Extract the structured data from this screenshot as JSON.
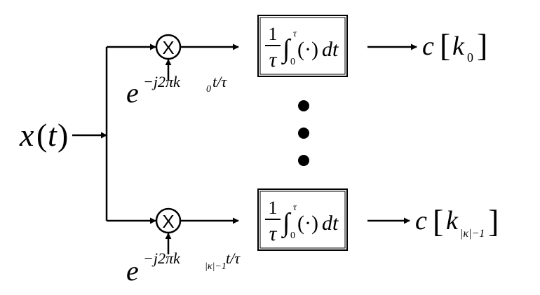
{
  "input": {
    "x": "x",
    "paren_open": "(",
    "t": "t",
    "paren_close": ")"
  },
  "multiplier_symbol": "X",
  "branches": [
    {
      "phasor": {
        "e": "e",
        "exp": "−j2πk",
        "sub": "0",
        "tail": "t/τ"
      },
      "integrator": {
        "num": "1",
        "den": "τ",
        "integral": "∫",
        "upper": "τ",
        "lower": "0",
        "body": "(·)",
        "d": "dt"
      },
      "output": {
        "c": "c",
        "lbr": "[",
        "k": "k",
        "sub": "0",
        "rbr": "]"
      }
    },
    {
      "phasor": {
        "e": "e",
        "exp": "−j2πk",
        "sub": "|κ|−1",
        "tail": "t/τ"
      },
      "integrator": {
        "num": "1",
        "den": "τ",
        "integral": "∫",
        "upper": "τ",
        "lower": "0",
        "body": "(·)",
        "d": "dt"
      },
      "output": {
        "c": "c",
        "lbr": "[",
        "k": "k",
        "sub": "|κ|−1",
        "rbr": "]"
      }
    }
  ],
  "colors": {
    "stroke": "#000000",
    "background": "#ffffff"
  }
}
